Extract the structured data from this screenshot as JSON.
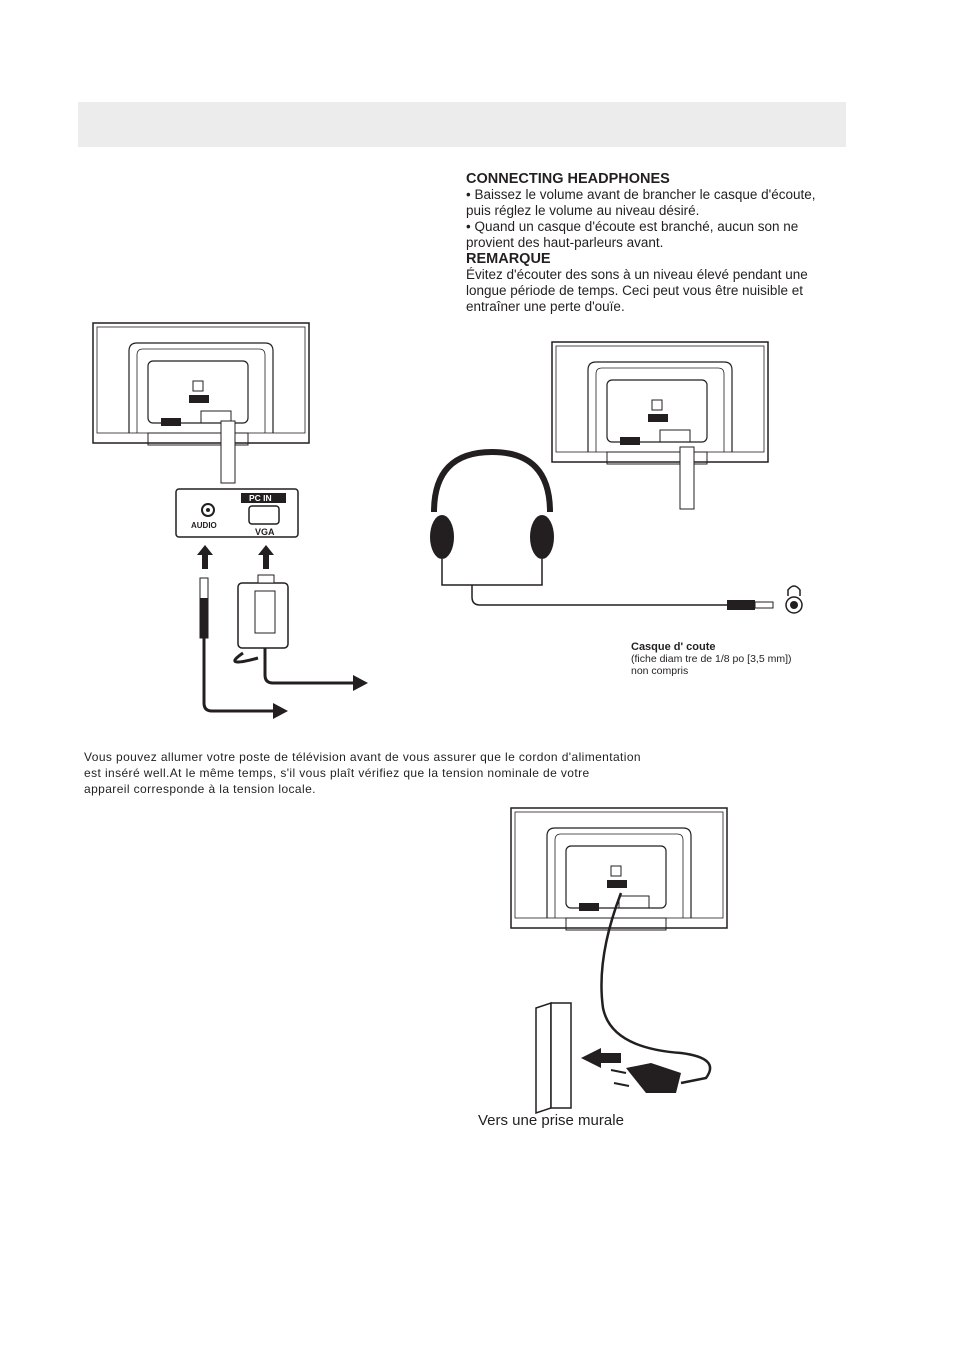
{
  "headphones": {
    "title": "CONNECTING HEADPHONES",
    "bullets": [
      "• Baissez le volume avant de brancher le casque d'écoute,",
      "puis réglez le volume au niveau désiré.",
      "• Quand un casque d'écoute est branché, aucun son ne",
      "provient des haut-parleurs avant."
    ],
    "note_title": "REMARQUE",
    "note_lines": [
      "Évitez d'écouter des sons à un niveau élevé pendant une",
      "longue période de temps. Ceci peut vous être nuisible et",
      "entraîner une perte d'ouïe."
    ],
    "caption_title": "Casque d' coute",
    "caption_lines": [
      "(fiche diam tre de 1/8 po [3,5 mm])",
      "non compris"
    ]
  },
  "pc_panel": {
    "audio_label": "AUDIO",
    "pc_in_label": "PC IN",
    "vga_label": "VGA"
  },
  "power": {
    "lines": [
      "Vous pouvez allumer votre poste de télévision avant de vous assurer que le cordon d'alimentation",
      "est inséré well.At le même temps, s'il vous plaît vérifiez que la tension nominale de votre",
      "appareil corresponde à la tension locale."
    ],
    "caption": "Vers une prise murale"
  }
}
